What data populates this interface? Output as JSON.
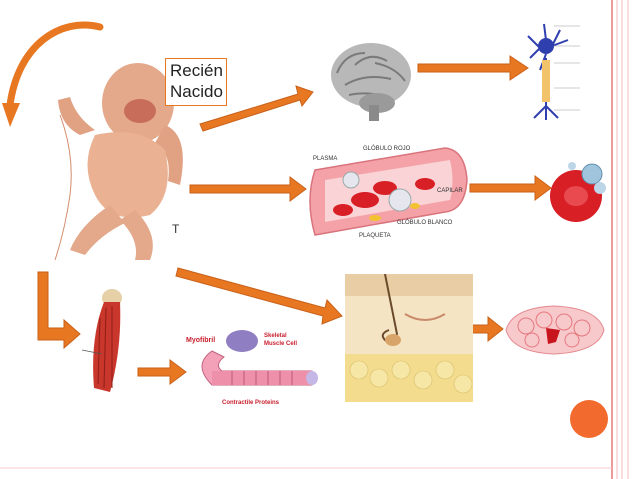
{
  "newborn": {
    "label_line1": "Recién",
    "label_line2": "Nacido",
    "cut_text": "T"
  },
  "muscle_cell": {
    "myofibril": "Myofibril",
    "skeletal_line1": "Skeletal",
    "skeletal_line2": "Muscle Cell",
    "contractile": "Contractile Proteins"
  },
  "blood": {
    "plasma": "PLASMA",
    "globulo_rojo": "GLÓBULO ROJO",
    "capilar": "CAPILAR",
    "globulo_blanco": "GLÓBULO BLANCO",
    "plaqueta": "PLAQUETA"
  },
  "colors": {
    "accent": "#e87722",
    "slide_border": "#e9a0a0",
    "dot": "#f26a2d"
  }
}
